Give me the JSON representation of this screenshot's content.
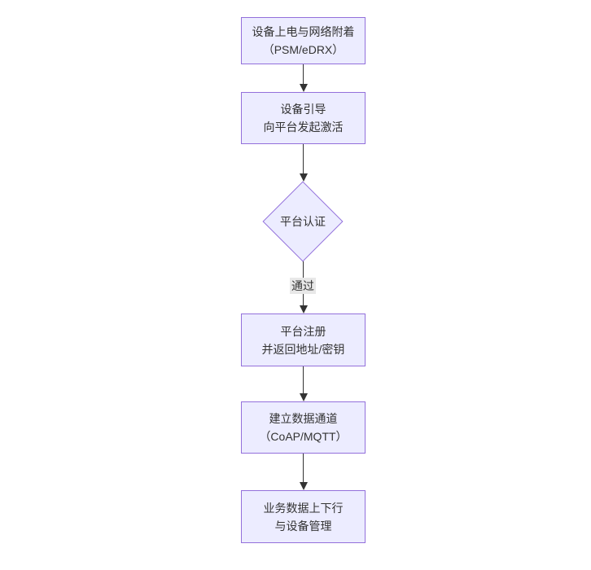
{
  "diagram": {
    "type": "flowchart",
    "direction": "top-down",
    "colors": {
      "background": "#ffffff",
      "node_fill": "#ECECFF",
      "node_border": "#9370DB",
      "edge_color": "#333333",
      "text_color": "#333333",
      "edge_label_bg": "#e8e8e8"
    },
    "nodes": [
      {
        "id": "n1",
        "shape": "rect",
        "lines": [
          "设备上电与网络附着",
          "（PSM/eDRX）"
        ]
      },
      {
        "id": "n2",
        "shape": "rect",
        "lines": [
          "设备引导",
          "向平台发起激活"
        ]
      },
      {
        "id": "n3",
        "shape": "diamond",
        "lines": [
          "平台认证"
        ]
      },
      {
        "id": "n4",
        "shape": "rect",
        "lines": [
          "平台注册",
          "并返回地址/密钥"
        ]
      },
      {
        "id": "n5",
        "shape": "rect",
        "lines": [
          "建立数据通道",
          "（CoAP/MQTT）"
        ]
      },
      {
        "id": "n6",
        "shape": "rect",
        "lines": [
          "业务数据上下行",
          "与设备管理"
        ]
      }
    ],
    "edges": [
      {
        "from": "n1",
        "to": "n2",
        "label": ""
      },
      {
        "from": "n2",
        "to": "n3",
        "label": ""
      },
      {
        "from": "n3",
        "to": "n4",
        "label": "通过"
      },
      {
        "from": "n4",
        "to": "n5",
        "label": ""
      },
      {
        "from": "n5",
        "to": "n6",
        "label": ""
      }
    ]
  }
}
